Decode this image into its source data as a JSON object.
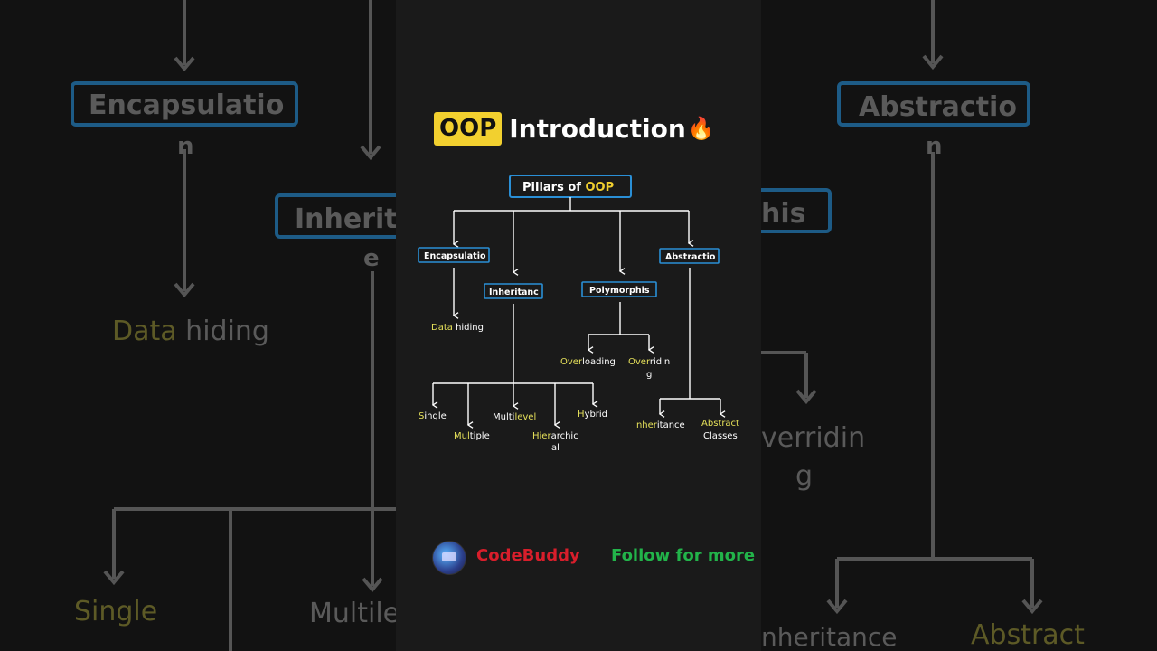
{
  "title": {
    "badge": "OOP",
    "text": "Introduction",
    "icon": "fire-icon"
  },
  "root": {
    "prefix": "Pillars of ",
    "highlight": "OOP"
  },
  "pillars": {
    "encapsulation": "Encapsulatio",
    "inheritance": "Inheritanc",
    "polymorphism": "Polymorphis",
    "abstraction": "Abstractio"
  },
  "encap_child": {
    "hl": "Data",
    "rest": " hiding"
  },
  "poly_children": {
    "overloading": {
      "hl": "Over",
      "rest": "loading"
    },
    "overriding": {
      "hl": "Over",
      "rest": "ridin",
      "line2": "g"
    }
  },
  "inherit_children": {
    "single": {
      "hl": "S",
      "rest": "ingle"
    },
    "multiple": {
      "hl": "Mul",
      "rest": "tiple"
    },
    "multilevel": {
      "pre": "Multi",
      "hl": "level"
    },
    "hierarchical": {
      "hl": "Hier",
      "rest": "archic",
      "line2": "al"
    },
    "hybrid": {
      "hl": "H",
      "rest": "ybrid"
    }
  },
  "abstract_children": {
    "inheritance": {
      "hl": "Inher",
      "rest": "itance"
    },
    "abstract_classes": {
      "line1": "Abstract",
      "line2": "Classes"
    }
  },
  "footer": {
    "brand": "CodeBuddy",
    "follow": "Follow for more"
  },
  "colors": {
    "accent_yellow": "#f2d02f",
    "box_border": "#2a8fd6",
    "brand_red": "#d81e2b",
    "follow_green": "#22b44a"
  },
  "background": {
    "left": {
      "box1": "Encapsulatio",
      "box1_wrap": "n",
      "box2": "Inherit",
      "box2_wrap": "e",
      "data": "Data",
      "hiding": " hiding",
      "single": "Single",
      "multilevel": "Multile"
    },
    "right": {
      "box1": "Abstractio",
      "box1_wrap": "n",
      "box2": "his",
      "overriding": "verridin",
      "overriding_wrap": "g",
      "inheritance": "nheritance",
      "abstract": "Abstract"
    }
  }
}
